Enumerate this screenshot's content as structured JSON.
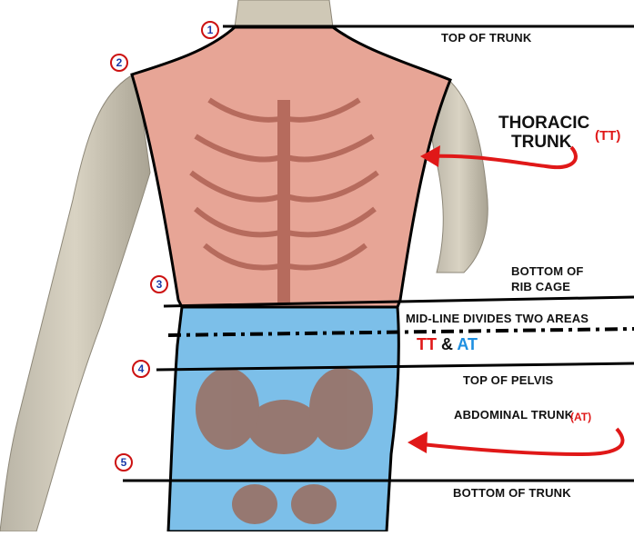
{
  "colors": {
    "thoracic": "#e8a89a",
    "abdominal": "#7cc0ea",
    "outline": "#000000",
    "arrow": "#e01818",
    "tt_text": "#e01818",
    "at_text": "#1e8fe0",
    "number_ring": "#cc1111",
    "number_text": "#1a3aa8"
  },
  "markers": [
    {
      "id": "1",
      "label": "TOP OF TRUNK"
    },
    {
      "id": "2",
      "label": ""
    },
    {
      "id": "3",
      "label": "BOTTOM OF RIB CAGE"
    },
    {
      "id": "4",
      "label": "TOP OF PELVIS"
    },
    {
      "id": "5",
      "label": "BOTTOM OF TRUNK"
    }
  ],
  "labels": {
    "top_of_trunk": "TOP OF TRUNK",
    "bottom_of_rib_cage_line1": "BOTTOM OF",
    "bottom_of_rib_cage_line2": "RIB CAGE",
    "midline": "MID-LINE DIVIDES TWO AREAS",
    "tt_short": "TT",
    "amp": "&",
    "at_short": "AT",
    "top_of_pelvis": "TOP OF PELVIS",
    "abdominal_trunk": "ABDOMINAL TRUNK",
    "abdominal_trunk_abbr": "(AT)",
    "bottom_of_trunk": "BOTTOM OF TRUNK",
    "thoracic_line1": "THORACIC",
    "thoracic_line2": "TRUNK",
    "thoracic_abbr": "(TT)"
  }
}
